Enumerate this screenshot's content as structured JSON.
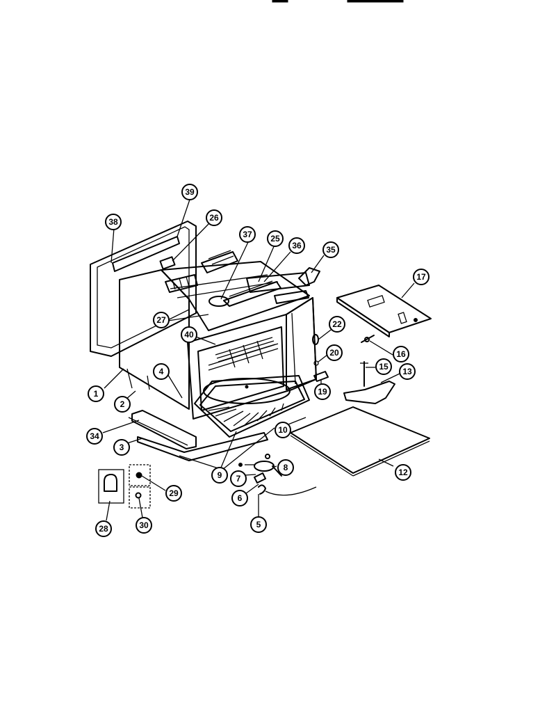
{
  "callouts": {
    "c1": "1",
    "c2": "2",
    "c3": "3",
    "c4": "4",
    "c5": "5",
    "c6": "6",
    "c7": "7",
    "c8": "8",
    "c9": "9",
    "c10": "10",
    "c12": "12",
    "c13": "13",
    "c15": "15",
    "c16": "16",
    "c17": "17",
    "c19": "19",
    "c20": "20",
    "c22": "22",
    "c25": "25",
    "c26": "26",
    "c27": "27",
    "c28": "28",
    "c29": "29",
    "c30": "30",
    "c34": "34",
    "c35": "35",
    "c36": "36",
    "c37": "37",
    "c38": "38",
    "c39": "39",
    "c40": "40"
  }
}
